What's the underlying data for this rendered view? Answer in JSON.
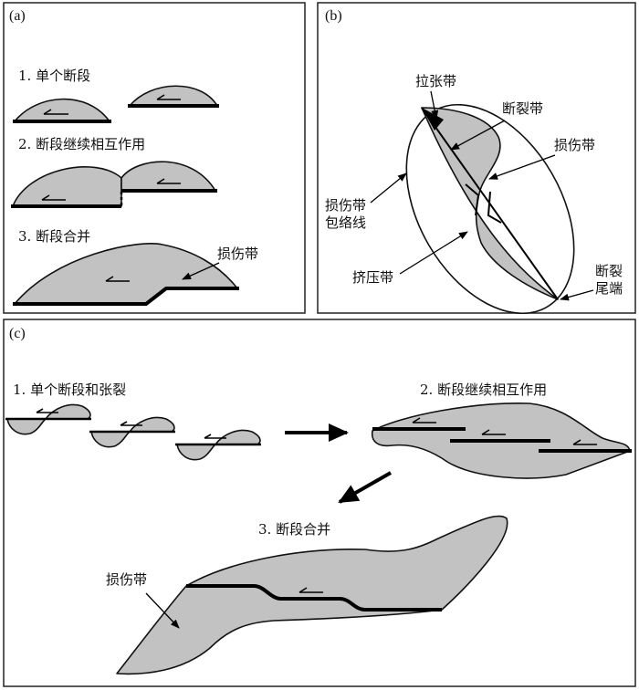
{
  "panels": {
    "a": {
      "label": "(a)",
      "step1": "1. 单个断段",
      "step2": "2. 断段继续相互作用",
      "step3": "3. 断段合并",
      "damage_zone": "损伤带"
    },
    "b": {
      "label": "(b)",
      "extension_zone": "拉张带",
      "fault_zone": "断裂带",
      "damage_zone": "损伤带",
      "envelope_line1": "损伤带",
      "envelope_line2": "包络线",
      "compression_zone": "挤压带",
      "fault_tip_line1": "断裂",
      "fault_tip_line2": "尾端"
    },
    "c": {
      "label": "(c)",
      "step1": "1. 单个断段和张裂",
      "step2": "2. 断段继续相互作用",
      "step3": "3. 断段合并",
      "damage_zone": "损伤带"
    }
  },
  "colors": {
    "damage_fill": "#c2c2c2",
    "fault_line": "#000000",
    "frame": "#222222"
  }
}
